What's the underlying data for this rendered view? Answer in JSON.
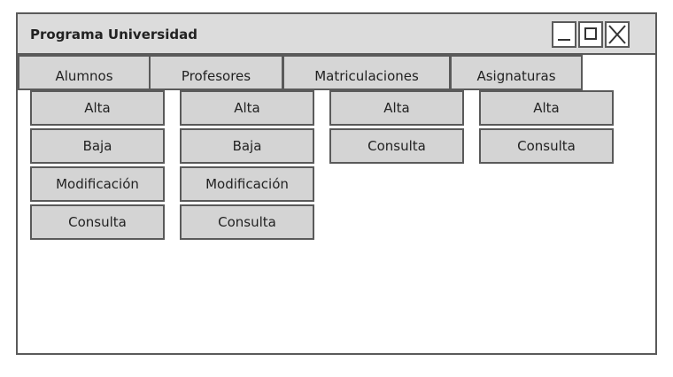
{
  "window": {
    "title": "Programa Universidad"
  },
  "tabs": [
    {
      "label": "Alumnos"
    },
    {
      "label": "Profesores"
    },
    {
      "label": "Matriculaciones"
    },
    {
      "label": "Asignaturas"
    }
  ],
  "menus": {
    "alumnos": [
      "Alta",
      "Baja",
      "Modificación",
      "Consulta"
    ],
    "profesores": [
      "Alta",
      "Baja",
      "Modificación",
      "Consulta"
    ],
    "matriculaciones": [
      "Alta",
      "Consulta"
    ],
    "asignaturas": [
      "Alta",
      "Consulta"
    ]
  }
}
